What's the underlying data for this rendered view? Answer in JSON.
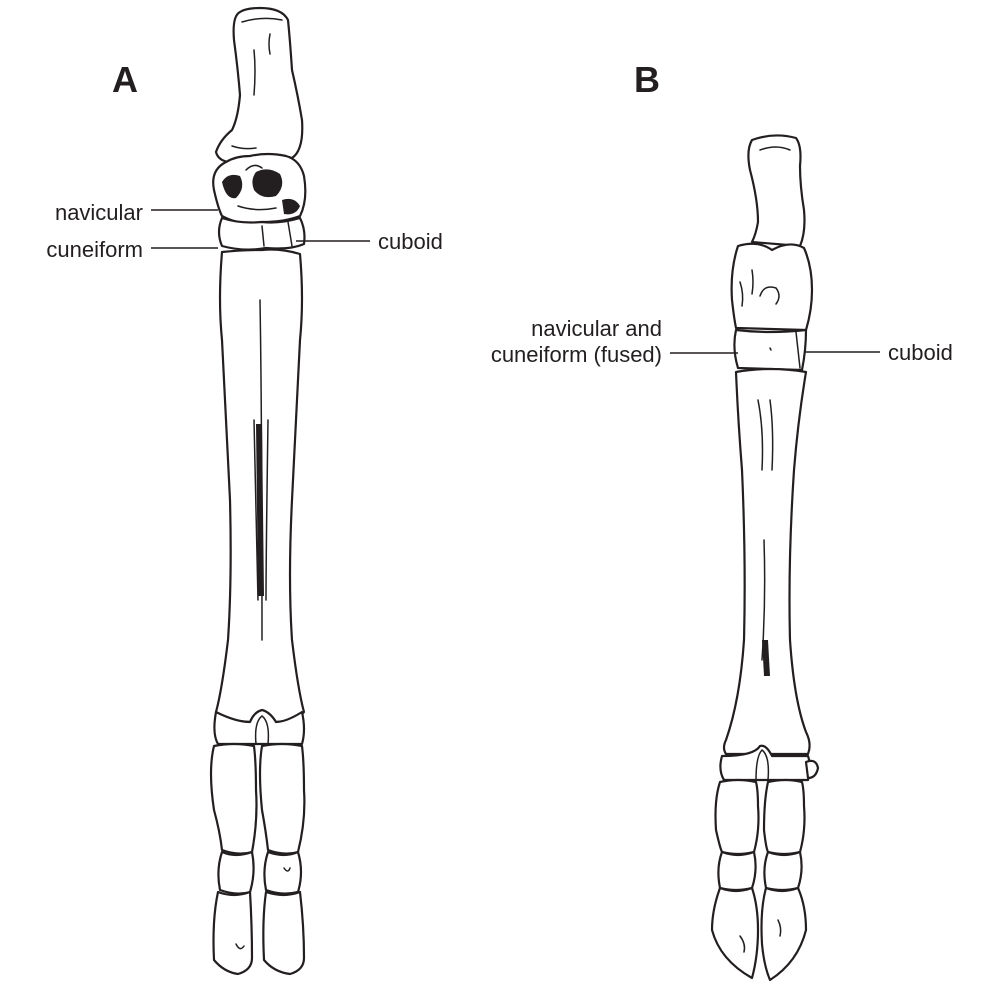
{
  "panels": {
    "a": {
      "letter": "A",
      "labels": {
        "navicular": "navicular",
        "cuneiform": "cuneiform",
        "cuboid": "cuboid"
      }
    },
    "b": {
      "letter": "B",
      "labels": {
        "navicular_cuneiform_line1": "navicular and",
        "navicular_cuneiform_line2": "cuneiform (fused)",
        "cuboid": "cuboid"
      }
    }
  },
  "colors": {
    "ink": "#231f20",
    "background": "#ffffff"
  }
}
